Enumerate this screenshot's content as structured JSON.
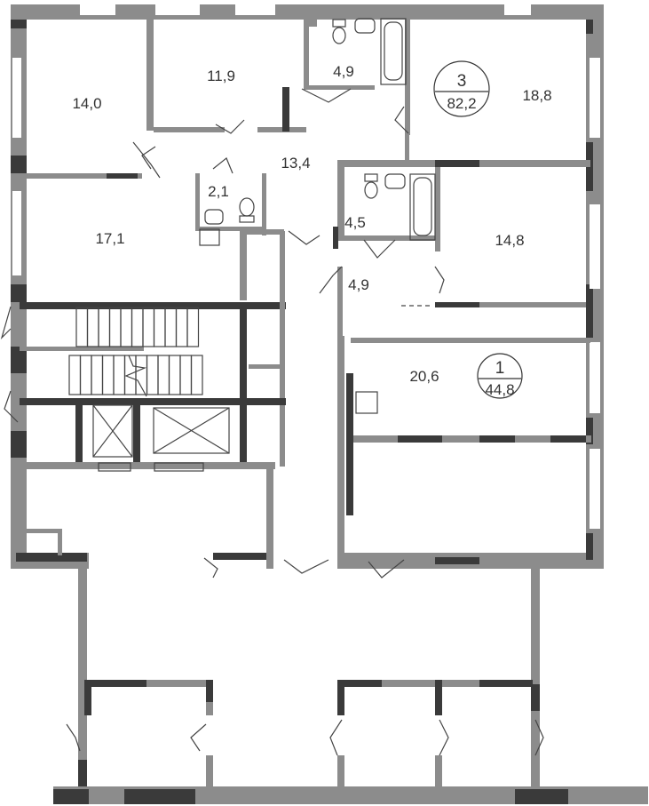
{
  "colors": {
    "wall": "#8c8c8c",
    "bearing_wall": "#3a3a3a",
    "fixture": "#444444"
  },
  "rooms": [
    {
      "name": "room-14-0",
      "area": "14,0"
    },
    {
      "name": "room-11-9",
      "area": "11,9"
    },
    {
      "name": "bathroom-4-9",
      "area": "4,9"
    },
    {
      "name": "room-18-8",
      "area": "18,8"
    },
    {
      "name": "hall-13-4",
      "area": "13,4"
    },
    {
      "name": "wc-2-1",
      "area": "2,1"
    },
    {
      "name": "room-17-1",
      "area": "17,1"
    },
    {
      "name": "bathroom-4-5",
      "area": "4,5"
    },
    {
      "name": "room-14-8",
      "area": "14,8"
    },
    {
      "name": "hall-4-9",
      "area": "4,9"
    },
    {
      "name": "room-20-6",
      "area": "20,6"
    }
  ],
  "apartments": [
    {
      "rooms": "3",
      "total_area": "82,2"
    },
    {
      "rooms": "1",
      "total_area": "44,8"
    }
  ]
}
